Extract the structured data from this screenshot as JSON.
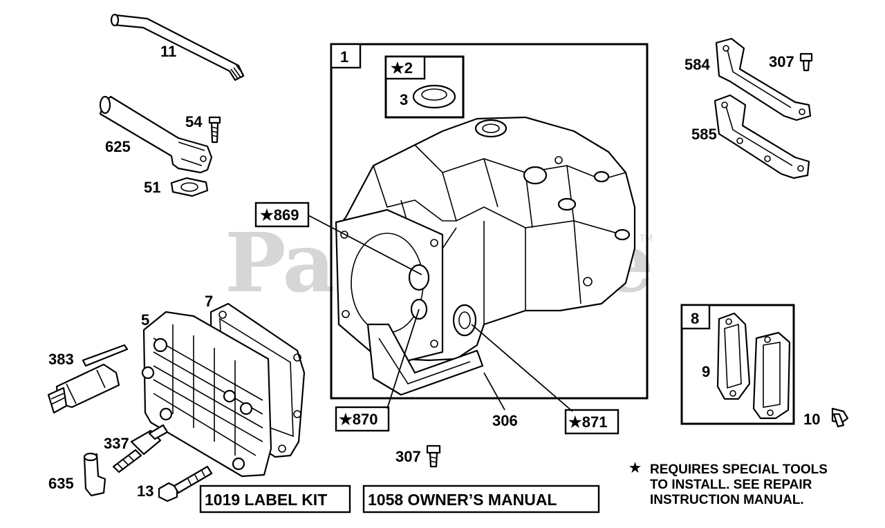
{
  "watermark": {
    "text": "PartsTree",
    "trademark": "TM"
  },
  "assemblies": {
    "cylinder": {
      "number": "1"
    },
    "oil_seal": {
      "number": "★2"
    },
    "gasket_set": {
      "number": "8"
    }
  },
  "callouts": {
    "p1": "1",
    "p2": "★2",
    "p3": "3",
    "p5": "5",
    "p7": "7",
    "p8": "8",
    "p9": "9",
    "p10": "10",
    "p11": "11",
    "p13": "13",
    "p51": "51",
    "p54": "54",
    "p306": "306",
    "p307a": "307",
    "p307b": "307",
    "p337": "337",
    "p383": "383",
    "p584": "584",
    "p585": "585",
    "p625": "625",
    "p635": "635",
    "p869": "★869",
    "p870": "★870",
    "p871": "★871"
  },
  "kits": {
    "label_kit": "1019 LABEL KIT",
    "owners_manual": "1058 OWNER’S MANUAL"
  },
  "note": {
    "star": "★",
    "line1": "REQUIRES SPECIAL TOOLS",
    "line2": "TO INSTALL.  SEE REPAIR",
    "line3": "INSTRUCTION MANUAL."
  }
}
